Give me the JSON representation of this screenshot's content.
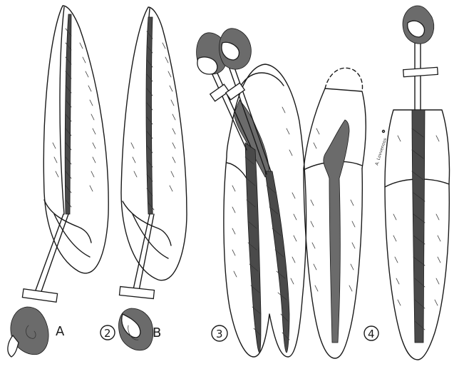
{
  "figure": {
    "labels": {
      "a": "A",
      "b": "B",
      "fig2": "2",
      "fig3": "3",
      "fig4": "4",
      "signature": "A. Lovvenoos"
    }
  },
  "colors": {
    "ink": "#1a1a1a",
    "canal_fill": "#4a4a4a",
    "background": "#ffffff"
  }
}
